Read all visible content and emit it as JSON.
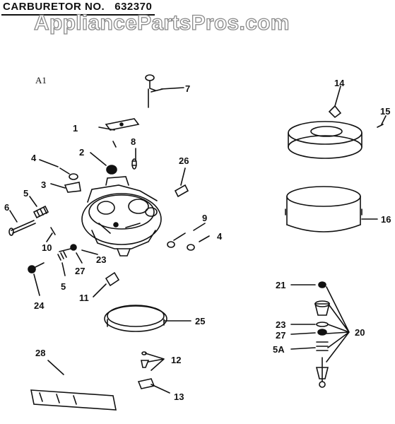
{
  "header": {
    "label": "CARBURETOR NO.",
    "number": "632370"
  },
  "watermark": "AppliancePartsPros.com",
  "section_label": "A1",
  "callouts": [
    "1",
    "2",
    "3",
    "4",
    "5",
    "6",
    "7",
    "8",
    "9",
    "4",
    "10",
    "23",
    "27",
    "5",
    "24",
    "11",
    "26",
    "25",
    "12",
    "13",
    "28",
    "14",
    "15",
    "16",
    "21",
    "23",
    "27",
    "5A",
    "20"
  ]
}
